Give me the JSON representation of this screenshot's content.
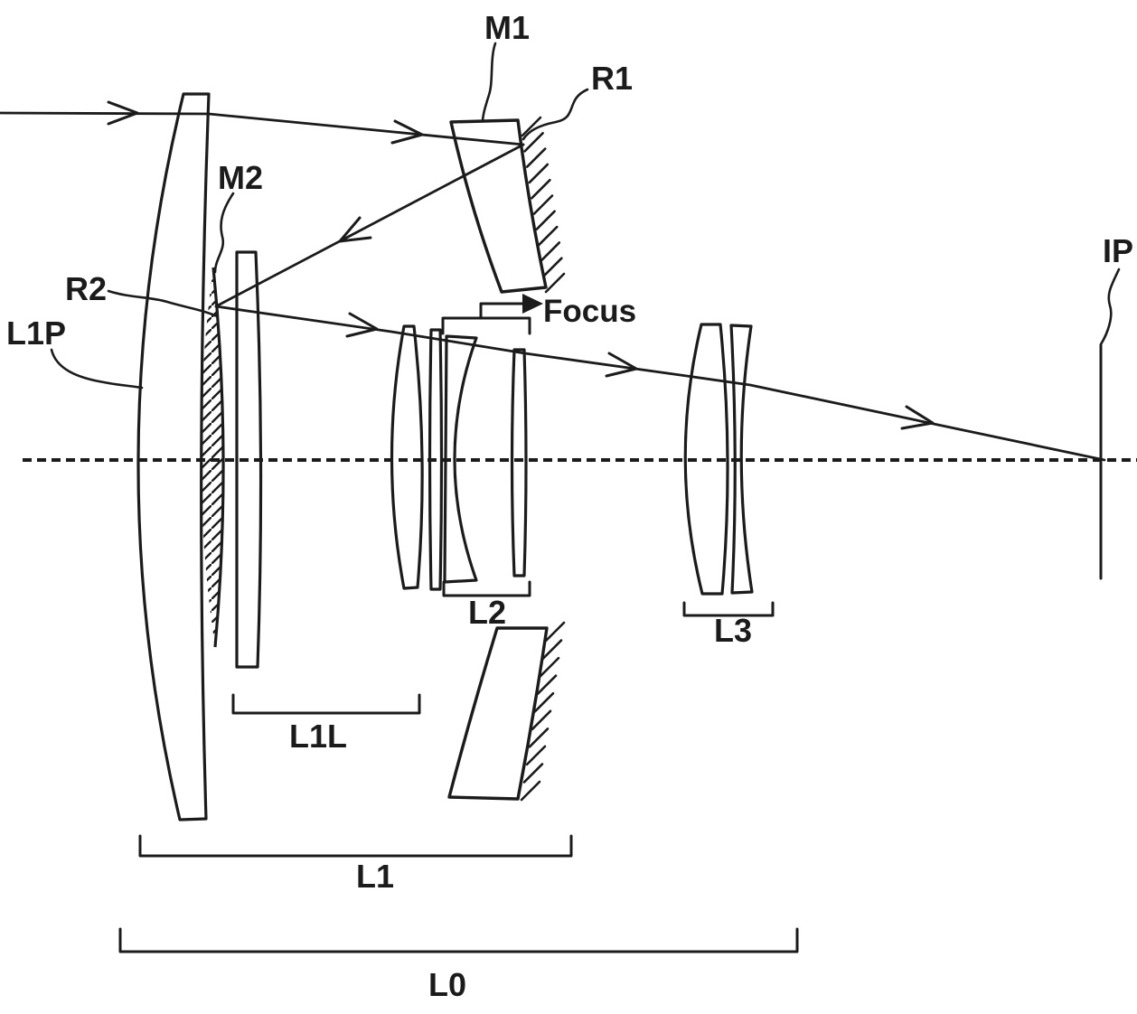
{
  "figure": {
    "background": "#ffffff",
    "line_color": "#1b1b1b",
    "labels": {
      "m1": "M1",
      "r1": "R1",
      "m2": "M2",
      "r2": "R2",
      "l1p": "L1P",
      "focus": "Focus",
      "ip": "IP",
      "l2": "L2",
      "l3": "L3",
      "l1l": "L1L",
      "l1": "L1",
      "l0": "L0"
    }
  }
}
